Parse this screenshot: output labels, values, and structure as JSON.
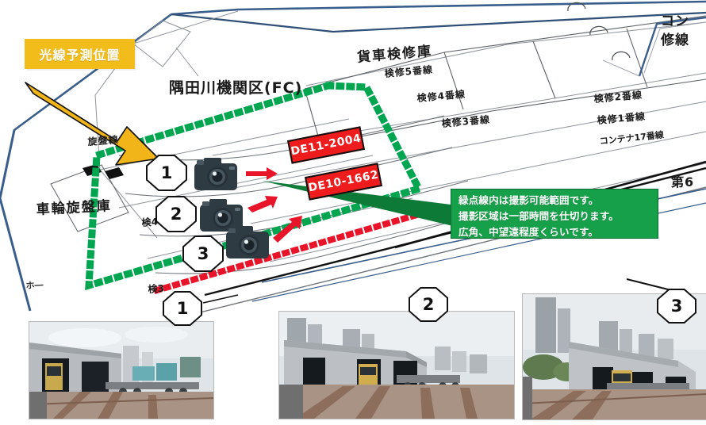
{
  "banner": {
    "label": "光線予測位置",
    "bg_color": "#F2BC1B",
    "text_color": "#FFFFFF"
  },
  "arrow": {
    "name": "light-direction-arrow",
    "color": "#F2B519",
    "direction": "down-right"
  },
  "map": {
    "title_depot": "隅田川機関区(FC)",
    "labels": {
      "freight_shed": "貨車検修庫",
      "track_ken5": "検修5番線",
      "track_ken4": "検修4番線",
      "track_ken3": "検修3番線",
      "track_ken2": "検修2番線",
      "track_ken1": "検修1番線",
      "container17": "コンテナ17番線",
      "container_top_line1": "コン",
      "container_top_line2": "修線",
      "dai6": "第6",
      "lathe_track": "旋盤線",
      "wheel_lathe_shed": "車輪旋盤庫",
      "ken4_short": "検4",
      "ken3_short": "検3",
      "corner_small": "ホ―"
    },
    "boundary_colors": {
      "green_dotted": "#00A550",
      "red_dotted": "#E8152A",
      "site_outline_blue": "#3A5E8C",
      "track_gray": "#6f7478",
      "track_black": "#111111"
    }
  },
  "loco_tags": [
    {
      "id": "de11",
      "label": "DE11-2004",
      "bg": "#EE1C1C",
      "text": "#FFFFFF"
    },
    {
      "id": "de10",
      "label": "DE10-1662",
      "bg": "#EE1C1C",
      "text": "#FFFFFF"
    }
  ],
  "camera_positions": [
    {
      "number": "1",
      "icon": "camera-icon",
      "arrow": "red-arrow-right"
    },
    {
      "number": "2",
      "icon": "camera-icon",
      "arrow": "red-arrow-up-right"
    },
    {
      "number": "3",
      "icon": "camera-icon",
      "arrow": "red-arrow-up-right"
    }
  ],
  "callout": {
    "bg_color": "#17A04A",
    "text_color": "#FFFFFF",
    "lines": [
      "緑点線内は撮影可能範囲です。",
      "撮影区域は一部時間を仕切ります。",
      "広角、中望遠程度くらいです。"
    ]
  },
  "photos": [
    {
      "number": "1",
      "caption": ""
    },
    {
      "number": "2",
      "caption": ""
    },
    {
      "number": "3",
      "caption": ""
    }
  ]
}
